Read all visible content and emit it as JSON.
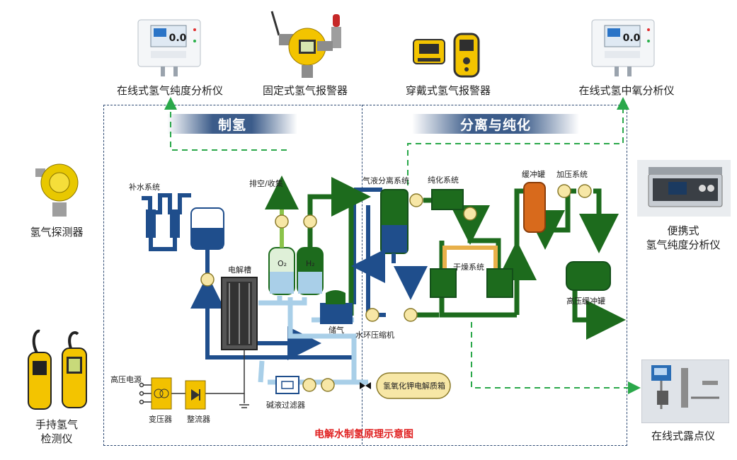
{
  "devices": {
    "top_left_analyzer": "在线式氢气纯度分析仪",
    "fixed_alarm": "固定式氢气报警器",
    "wearable_alarm": "穿戴式氢气报警器",
    "top_right_analyzer": "在线式氢中氧分析仪",
    "detector": "氢气探测器",
    "handheld_line1": "手持氢气",
    "handheld_line2": "检测仪",
    "portable_line1": "便携式",
    "portable_line2": "氢气纯度分析仪",
    "dewpoint": "在线式露点仪"
  },
  "sections": {
    "production": "制氢",
    "separation": "分离与纯化"
  },
  "diagram": {
    "caption": "电解水制氢原理示意图",
    "makeup_water": "补水系统",
    "vent": "排空/收集",
    "gas_liquid": "气液分离系统",
    "purification": "纯化系统",
    "buffer_tank": "缓冲罐",
    "pressurize": "加压系统",
    "electrolyzer": "电解槽",
    "o2": "O₂",
    "h2": "H₂",
    "storage": "储气",
    "circ_compressor": "水环压缩机",
    "dryer": "干燥系统",
    "hp_buffer": "高压缓冲罐",
    "hv_supply": "高压电源",
    "transformer": "变压器",
    "rectifier": "整流器",
    "filter": "碱液过滤器",
    "koh_tank": "氢氧化钾电解质箱"
  },
  "colors": {
    "water_blue": "#1f4e8c",
    "light_blue": "#a9cfe8",
    "green": "#1d6b1d",
    "light_green": "#8bc34a",
    "orange_tank": "#d86a1c",
    "yellow_box": "#f2c100",
    "pump_yellow": "#f7e7a6",
    "monitor_green": "#2aa84a",
    "caption_red": "#e02020"
  }
}
